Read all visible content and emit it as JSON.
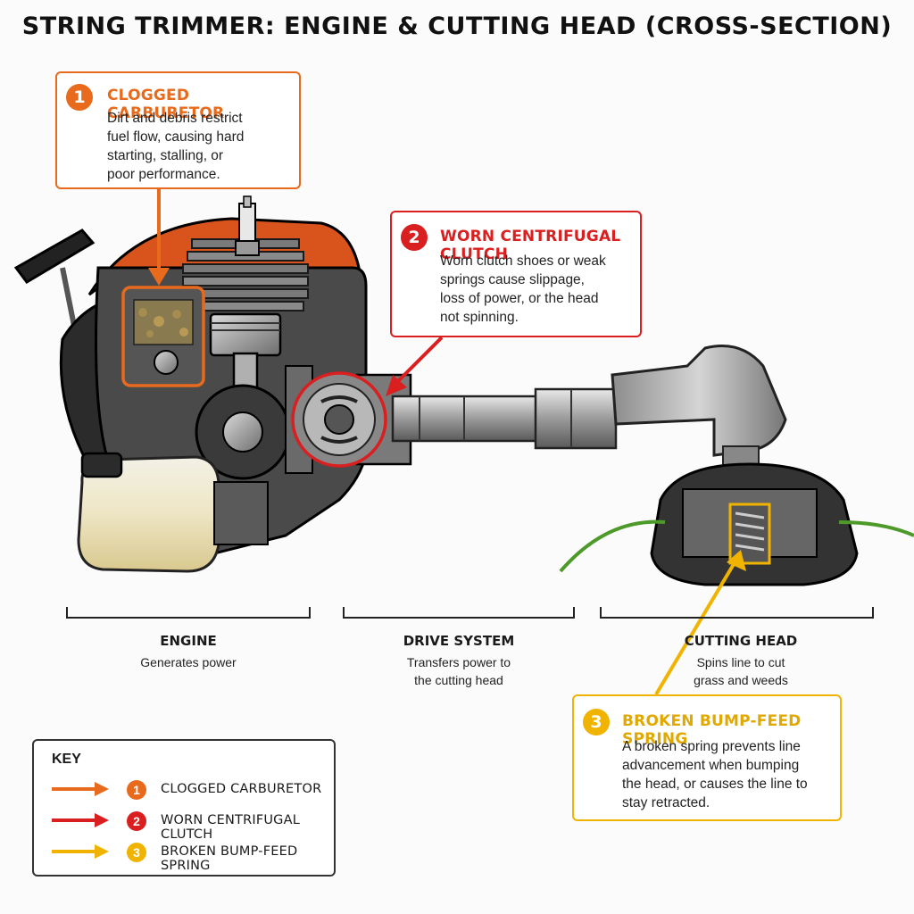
{
  "title": "STRING TRIMMER: ENGINE & CUTTING HEAD (CROSS-SECTION)",
  "colors": {
    "orange": "#e86a1c",
    "red": "#d91f1f",
    "yellow": "#f0b400"
  },
  "callouts": [
    {
      "number": "1",
      "title": "CLOGGED CARBURETOR",
      "body": [
        "Dirt and debris restrict",
        "fuel flow, causing hard",
        "starting, stalling, or",
        "poor performance."
      ]
    },
    {
      "number": "2",
      "title": "WORN CENTRIFUGAL CLUTCH",
      "body": [
        "Worn clutch shoes or weak",
        "springs cause slippage,",
        "loss of power, or the head",
        "not spinning."
      ]
    },
    {
      "number": "3",
      "title": "BROKEN BUMP-FEED SPRING",
      "body": [
        "A broken spring prevents line",
        "advancement when bumping",
        "the head, or causes the line to",
        "stay retracted."
      ]
    }
  ],
  "sections": [
    {
      "label": "ENGINE",
      "desc": [
        "Generates power"
      ]
    },
    {
      "label": "DRIVE SYSTEM",
      "desc": [
        "Transfers power to",
        "the cutting head"
      ]
    },
    {
      "label": "CUTTING HEAD",
      "desc": [
        "Spins line to cut",
        "grass and weeds"
      ]
    }
  ],
  "key": {
    "title": "KEY",
    "items": [
      {
        "number": "1",
        "label": "CLOGGED CARBURETOR",
        "color": "#e86a1c"
      },
      {
        "number": "2",
        "label": "WORN CENTRIFUGAL CLUTCH",
        "color": "#d91f1f"
      },
      {
        "number": "3",
        "label": "BROKEN BUMP-FEED SPRING",
        "color": "#f0b400"
      }
    ]
  }
}
